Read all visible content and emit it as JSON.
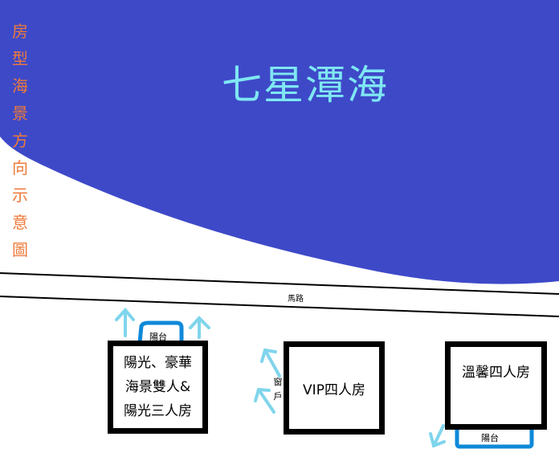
{
  "title_chars": [
    "房",
    "型",
    "海",
    "景",
    "方",
    "向",
    "示",
    "意",
    "圖"
  ],
  "sea_label": "七星潭海",
  "road_label": "馬路",
  "rooms": {
    "a_lines": [
      "陽光、豪華",
      "海景雙人&",
      "陽光三人房"
    ],
    "b_label": "VIP四人房",
    "c_label": "溫馨四人房"
  },
  "balcony_label": "陽台",
  "window_chars": [
    "窗",
    "戶"
  ],
  "colors": {
    "sea": "#3e49c8",
    "title": "#ee7a3a",
    "sea_text": "#7fe7f2",
    "arrow": "#7fd5ec",
    "balcony_blue": "#0f89d8",
    "room_border": "#000000"
  },
  "icons": [
    "up-arrow-icon",
    "up-right-arrow-icon",
    "down-left-arrow-icon"
  ]
}
